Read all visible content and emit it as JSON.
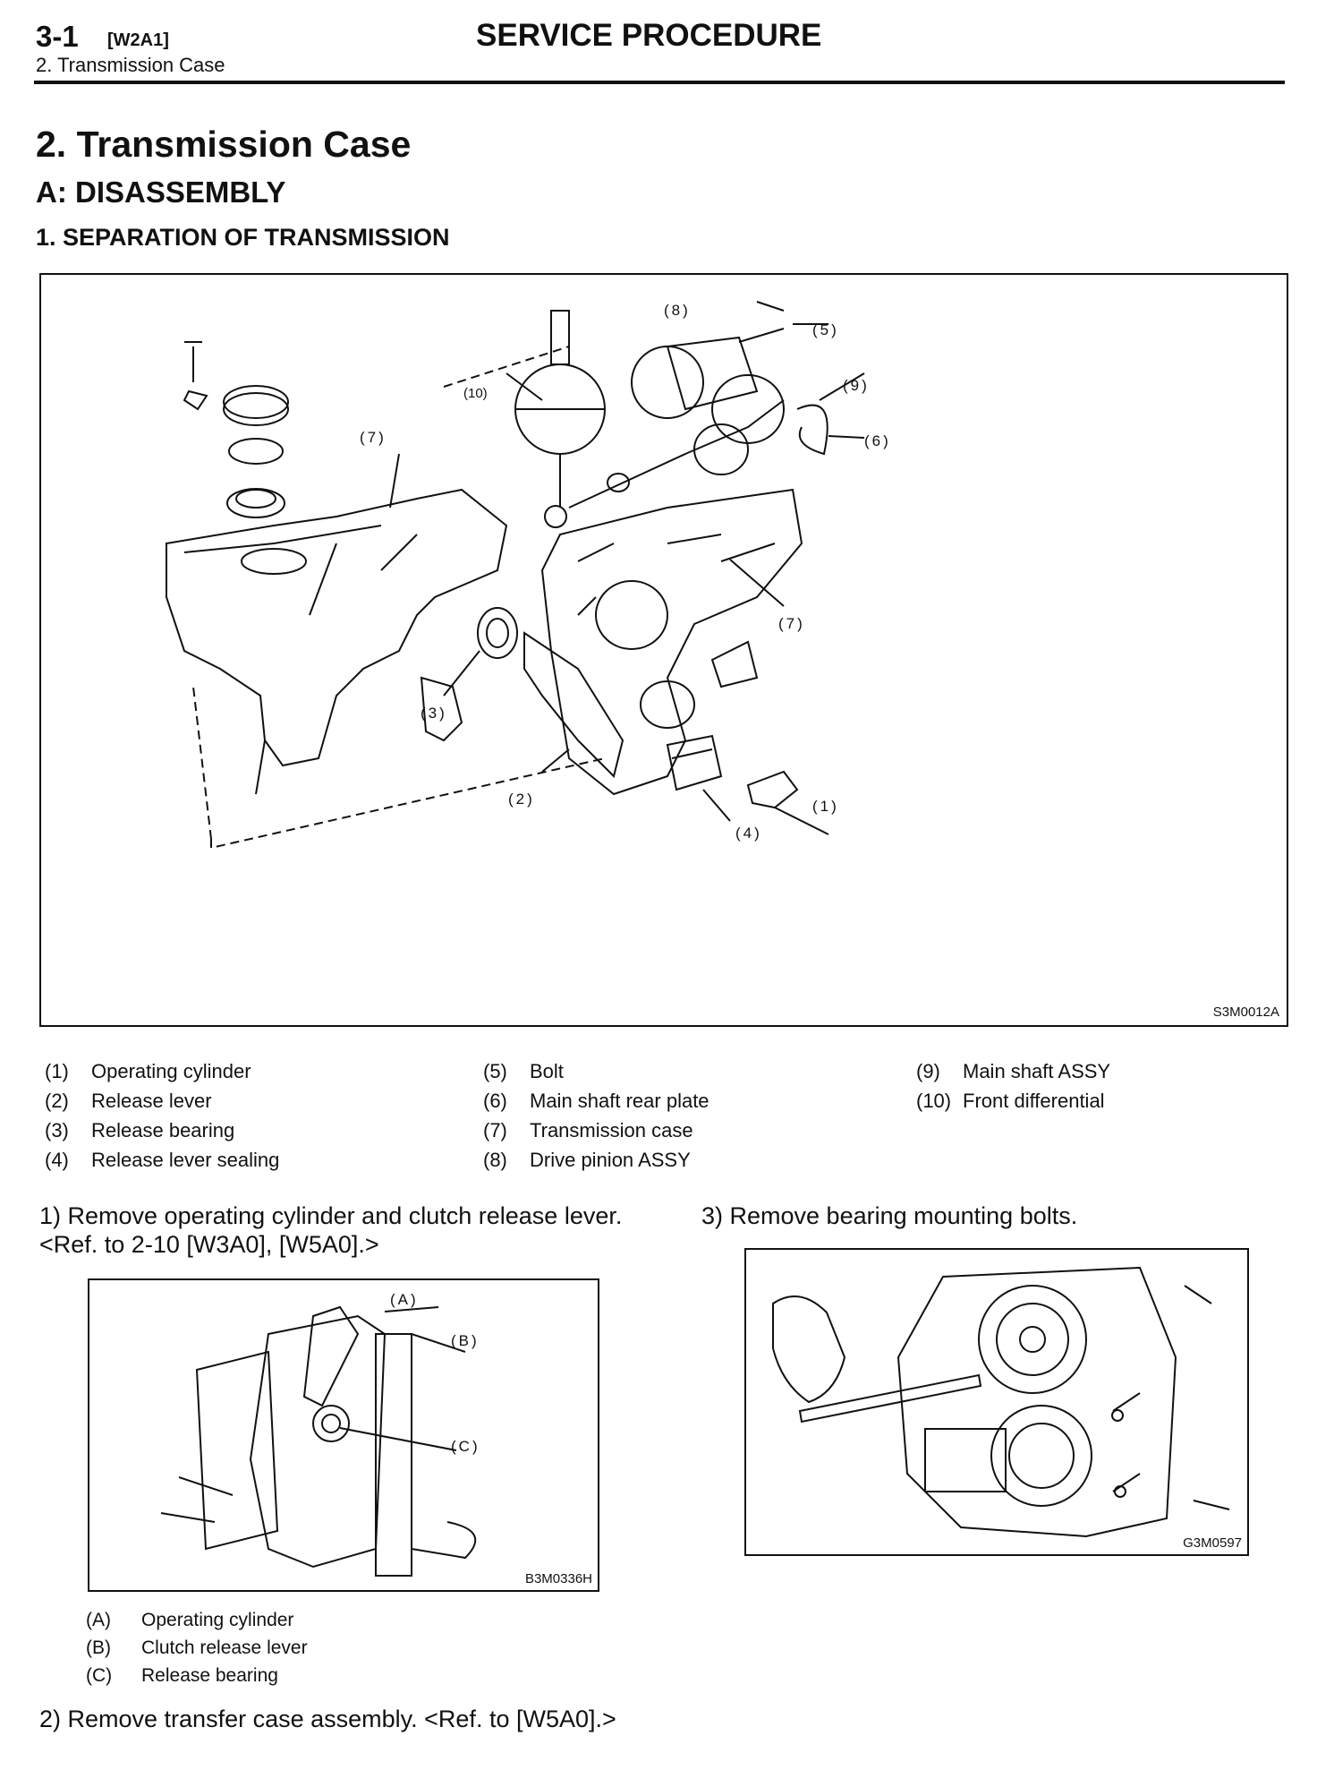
{
  "header": {
    "section_number": "3-1",
    "section_code": "[W2A1]",
    "subsection": "2. Transmission Case",
    "title": "SERVICE PROCEDURE"
  },
  "headings": {
    "h1": "2. Transmission Case",
    "h2": "A: DISASSEMBLY",
    "h3": "1. SEPARATION OF TRANSMISSION"
  },
  "main_figure": {
    "code": "S3M0012A",
    "callouts": [
      "(1)",
      "(2)",
      "(3)",
      "(4)",
      "(5)",
      "(6)",
      "(7)",
      "(7)",
      "(8)",
      "(9)",
      "(10)"
    ]
  },
  "legend": {
    "col1": [
      {
        "num": "(1)",
        "label": "Operating cylinder"
      },
      {
        "num": "(2)",
        "label": "Release lever"
      },
      {
        "num": "(3)",
        "label": "Release bearing"
      },
      {
        "num": "(4)",
        "label": "Release lever sealing"
      }
    ],
    "col2": [
      {
        "num": "(5)",
        "label": "Bolt"
      },
      {
        "num": "(6)",
        "label": "Main shaft rear plate"
      },
      {
        "num": "(7)",
        "label": "Transmission case"
      },
      {
        "num": "(8)",
        "label": "Drive pinion ASSY"
      }
    ],
    "col3": [
      {
        "num": "(9)",
        "label": "Main shaft ASSY"
      },
      {
        "num": "(10)",
        "label": "Front differential"
      }
    ]
  },
  "steps": {
    "step1": "1) Remove operating cylinder and clutch release lever. <Ref. to 2-10 [W3A0], [W5A0].>",
    "step2": "2) Remove transfer case assembly. <Ref. to [W5A0].>",
    "step3": "3) Remove bearing mounting bolts."
  },
  "figure_b": {
    "code": "B3M0336H",
    "callouts": [
      "(A)",
      "(B)",
      "(C)"
    ],
    "legend": [
      {
        "num": "(A)",
        "label": "Operating cylinder"
      },
      {
        "num": "(B)",
        "label": "Clutch release lever"
      },
      {
        "num": "(C)",
        "label": "Release bearing"
      }
    ]
  },
  "figure_g": {
    "code": "G3M0597"
  }
}
